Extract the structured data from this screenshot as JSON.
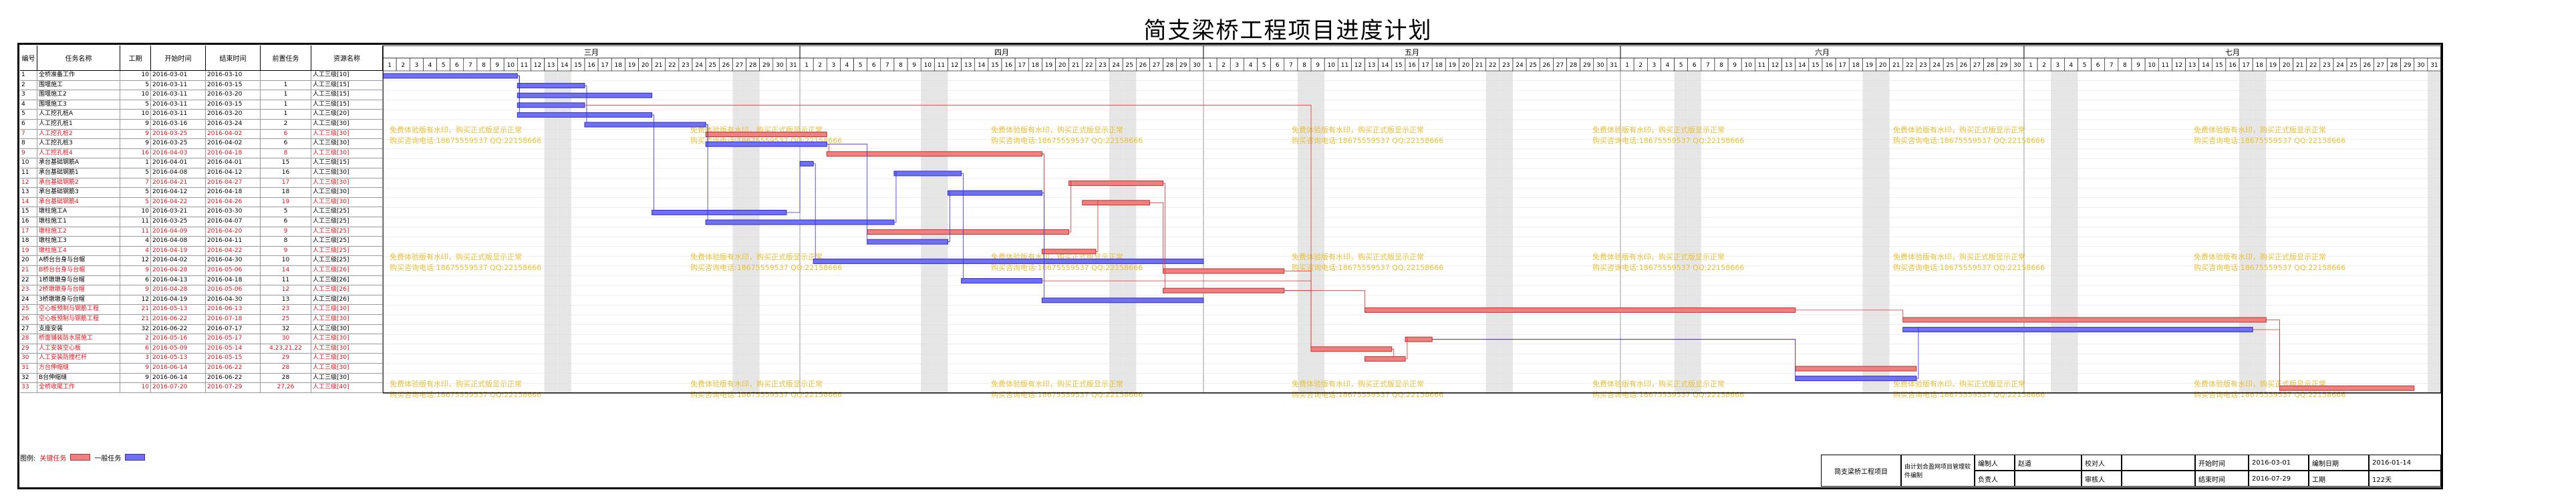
{
  "title": "简支梁桥工程项目进度计划",
  "table_headers": {
    "no": "编号",
    "name": "任务名称",
    "duration": "工期",
    "start": "开始时间",
    "end": "结束时间",
    "pred": "前置任务",
    "res": "资源名称"
  },
  "month_labels": [
    "三月",
    "四月",
    "五月",
    "六月",
    "七月"
  ],
  "month_days": [
    31,
    30,
    31,
    30,
    31
  ],
  "first_day_offset": 0,
  "tasks": [
    {
      "no": "1",
      "name": "全桥准备工作",
      "duration": "10",
      "start": "2016-03-01",
      "end": "2016-03-10",
      "pred": "",
      "res": "人工三级[10]",
      "crit": false,
      "s": 1,
      "e": 10
    },
    {
      "no": "2",
      "name": "围堰施工",
      "duration": "5",
      "start": "2016-03-11",
      "end": "2016-03-15",
      "pred": "1",
      "res": "人工三级[15]",
      "crit": false,
      "s": 11,
      "e": 15
    },
    {
      "no": "3",
      "name": "围堰施工2",
      "duration": "10",
      "start": "2016-03-11",
      "end": "2016-03-20",
      "pred": "1",
      "res": "人工三级[15]",
      "crit": false,
      "s": 11,
      "e": 20
    },
    {
      "no": "4",
      "name": "围堰施工3",
      "duration": "5",
      "start": "2016-03-11",
      "end": "2016-03-15",
      "pred": "1",
      "res": "人工三级[15]",
      "crit": false,
      "s": 11,
      "e": 15
    },
    {
      "no": "5",
      "name": "人工挖孔桩A",
      "duration": "10",
      "start": "2016-03-11",
      "end": "2016-03-20",
      "pred": "1",
      "res": "人工三级[20]",
      "crit": false,
      "s": 11,
      "e": 20
    },
    {
      "no": "6",
      "name": "人工挖孔桩1",
      "duration": "9",
      "start": "2016-03-16",
      "end": "2016-03-24",
      "pred": "2",
      "res": "人工三级[30]",
      "crit": false,
      "s": 16,
      "e": 24
    },
    {
      "no": "7",
      "name": "人工挖孔桩2",
      "duration": "9",
      "start": "2016-03-25",
      "end": "2016-04-02",
      "pred": "6",
      "res": "人工三级[30]",
      "crit": true,
      "s": 25,
      "e": 33
    },
    {
      "no": "8",
      "name": "人工挖孔桩3",
      "duration": "9",
      "start": "2016-03-25",
      "end": "2016-04-02",
      "pred": "6",
      "res": "人工三级[30]",
      "crit": false,
      "s": 25,
      "e": 33
    },
    {
      "no": "9",
      "name": "人工挖孔桩4",
      "duration": "16",
      "start": "2016-04-03",
      "end": "2016-04-18",
      "pred": "8",
      "res": "人工三级[30]",
      "crit": true,
      "s": 34,
      "e": 49
    },
    {
      "no": "10",
      "name": "承台基础钢筋A",
      "duration": "1",
      "start": "2016-04-01",
      "end": "2016-04-01",
      "pred": "15",
      "res": "人工三级[15]",
      "crit": false,
      "s": 32,
      "e": 32
    },
    {
      "no": "11",
      "name": "承台基础钢筋1",
      "duration": "5",
      "start": "2016-04-08",
      "end": "2016-04-12",
      "pred": "16",
      "res": "人工三级[30]",
      "crit": false,
      "s": 39,
      "e": 43
    },
    {
      "no": "12",
      "name": "承台基础钢筋2",
      "duration": "7",
      "start": "2016-04-21",
      "end": "2016-04-27",
      "pred": "17",
      "res": "人工三级[30]",
      "crit": true,
      "s": 52,
      "e": 58
    },
    {
      "no": "13",
      "name": "承台基础钢筋3",
      "duration": "5",
      "start": "2016-04-12",
      "end": "2016-04-18",
      "pred": "18",
      "res": "人工三级[30]",
      "crit": false,
      "s": 43,
      "e": 49
    },
    {
      "no": "14",
      "name": "承台基础钢筋4",
      "duration": "5",
      "start": "2016-04-22",
      "end": "2016-04-26",
      "pred": "19",
      "res": "人工三级[30]",
      "crit": true,
      "s": 53,
      "e": 57
    },
    {
      "no": "15",
      "name": "墩柱施工A",
      "duration": "10",
      "start": "2016-03-21",
      "end": "2016-03-30",
      "pred": "5",
      "res": "人工三级[25]",
      "crit": false,
      "s": 21,
      "e": 30
    },
    {
      "no": "16",
      "name": "墩柱施工1",
      "duration": "11",
      "start": "2016-03-25",
      "end": "2016-04-07",
      "pred": "6",
      "res": "人工三级[25]",
      "crit": false,
      "s": 25,
      "e": 38
    },
    {
      "no": "17",
      "name": "墩柱施工2",
      "duration": "11",
      "start": "2016-04-09",
      "end": "2016-04-20",
      "pred": "9",
      "res": "人工三级[25]",
      "crit": true,
      "s": 37,
      "e": 51
    },
    {
      "no": "18",
      "name": "墩柱施工3",
      "duration": "4",
      "start": "2016-04-08",
      "end": "2016-04-11",
      "pred": "8",
      "res": "人工三级[25]",
      "crit": false,
      "s": 37,
      "e": 42
    },
    {
      "no": "19",
      "name": "墩柱施工4",
      "duration": "4",
      "start": "2016-04-19",
      "end": "2016-04-22",
      "pred": "9",
      "res": "人工三级[25]",
      "crit": true,
      "s": 50,
      "e": 53
    },
    {
      "no": "20",
      "name": "A桥台台身与台帽",
      "duration": "12",
      "start": "2016-04-02",
      "end": "2016-04-30",
      "pred": "10",
      "res": "人工三级[25]",
      "crit": false,
      "s": 33,
      "e": 61
    },
    {
      "no": "21",
      "name": "B桥台台身与台帽",
      "duration": "9",
      "start": "2016-04-28",
      "end": "2016-05-06",
      "pred": "14",
      "res": "人工三级[26]",
      "crit": true,
      "s": 59,
      "e": 67
    },
    {
      "no": "22",
      "name": "1桥墩墩身与台帽",
      "duration": "6",
      "start": "2016-04-13",
      "end": "2016-04-18",
      "pred": "11",
      "res": "人工三级[26]",
      "crit": false,
      "s": 44,
      "e": 49
    },
    {
      "no": "23",
      "name": "2桥墩墩身与台帽",
      "duration": "9",
      "start": "2016-04-28",
      "end": "2016-05-06",
      "pred": "12",
      "res": "人工三级[26]",
      "crit": true,
      "s": 59,
      "e": 67
    },
    {
      "no": "24",
      "name": "3桥墩墩身与台帽",
      "duration": "12",
      "start": "2016-04-19",
      "end": "2016-04-30",
      "pred": "13",
      "res": "人工三级[26]",
      "crit": false,
      "s": 50,
      "e": 61
    },
    {
      "no": "25",
      "name": "空心板预制与钢筋工程",
      "duration": "21",
      "start": "2016-05-13",
      "end": "2016-06-13",
      "pred": "23",
      "res": "人工三级[30]",
      "crit": true,
      "s": 74,
      "e": 105
    },
    {
      "no": "26",
      "name": "空心板预制与钢筋工程",
      "duration": "21",
      "start": "2016-06-22",
      "end": "2016-07-18",
      "pred": "25",
      "res": "人工三级[30]",
      "crit": true,
      "s": 114,
      "e": 140
    },
    {
      "no": "27",
      "name": "支座安装",
      "duration": "32",
      "start": "2016-06-22",
      "end": "2016-07-17",
      "pred": "32",
      "res": "人工三级[30]",
      "crit": false,
      "s": 114,
      "e": 139
    },
    {
      "no": "28",
      "name": "桥面铺装防水层施工",
      "duration": "2",
      "start": "2016-05-16",
      "end": "2016-05-17",
      "pred": "30",
      "res": "人工三级[30]",
      "crit": true,
      "s": 77,
      "e": 78
    },
    {
      "no": "29",
      "name": "人工安装空心板",
      "duration": "6",
      "start": "2016-05-09",
      "end": "2016-05-14",
      "pred": "4,23,21,22",
      "res": "人工三级[30]",
      "crit": true,
      "s": 70,
      "e": 75
    },
    {
      "no": "30",
      "name": "人工安装防撞栏杆",
      "duration": "3",
      "start": "2016-05-13",
      "end": "2016-05-15",
      "pred": "29",
      "res": "人工三级[30]",
      "crit": true,
      "s": 74,
      "e": 76
    },
    {
      "no": "31",
      "name": "方台伸缩缝",
      "duration": "9",
      "start": "2016-06-14",
      "end": "2016-06-22",
      "pred": "28",
      "res": "人工三级[30]",
      "crit": true,
      "s": 106,
      "e": 114
    },
    {
      "no": "32",
      "name": "B台伸缩缝",
      "duration": "9",
      "start": "2016-06-14",
      "end": "2016-06-22",
      "pred": "28",
      "res": "人工三级[30]",
      "crit": false,
      "s": 106,
      "e": 114
    },
    {
      "no": "33",
      "name": "全桥收尾工作",
      "duration": "10",
      "start": "2016-07-20",
      "end": "2016-07-29",
      "pred": "27,26",
      "res": "人工三级[40]",
      "crit": true,
      "s": 142,
      "e": 151
    }
  ],
  "legend": {
    "label": "图例:",
    "critical": "关键任务",
    "normal": "一般任务",
    "critical_color": "#f08080",
    "normal_color": "#7070f0"
  },
  "watermark": {
    "line1": "免费体验版有水印，购买正式版显示正常",
    "line2": "购买咨询电话:18675559537 QQ:22158666"
  },
  "footer": {
    "project": "简支梁桥工程项目",
    "software": "由计划合盈网项目管理软件编制",
    "labels": {
      "prepared": "编制人",
      "reviewer": "负责人",
      "checker": "校对人",
      "approver": "审核人",
      "start": "开始时间",
      "end": "结束时间",
      "date": "编制日期",
      "period": "工期"
    },
    "values": {
      "prepared": "赵道",
      "start": "2016-03-01",
      "end": "2016-07-29",
      "date": "2016-01-14",
      "period": "122天"
    }
  },
  "chart_data": {
    "type": "gantt",
    "title": "简支梁桥工程项目进度计划",
    "x_months": [
      "三月",
      "四月",
      "五月",
      "六月",
      "七月"
    ],
    "colors": {
      "critical": "#f08080",
      "normal": "#7070f0"
    }
  }
}
